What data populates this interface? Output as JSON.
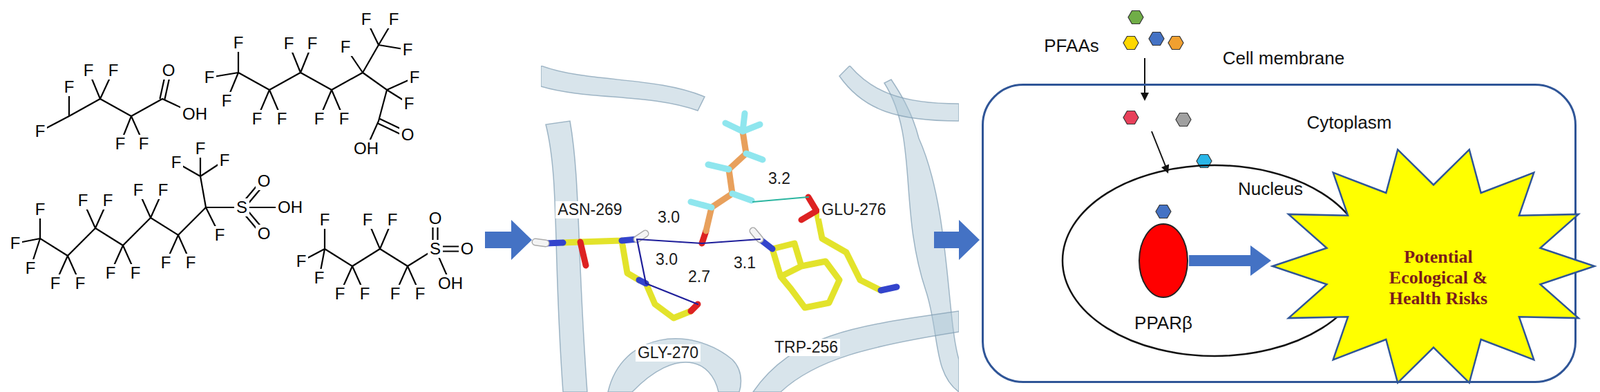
{
  "diagram": {
    "nodes": [
      {
        "text": [
          "Cell membrane",
          "Cytoplasm"
        ]
      },
      {
        "text": [
          "Nucleus"
        ],
        "in": 0
      },
      {
        "text": [
          "PPARβ"
        ],
        "in": 1
      },
      {
        "text": [
          "Potential Ecological & Health Risks"
        ]
      }
    ],
    "edges": [
      {
        "from": 2,
        "to": 3,
        "arrow": "to"
      }
    ],
    "labels": [
      "F",
      "F",
      "O",
      "F",
      "F",
      "OH",
      "F",
      "F",
      "F",
      "F",
      "F",
      "F",
      "F",
      "F",
      "F",
      "F",
      "F",
      "F",
      "F",
      "F",
      "F",
      "F",
      "F",
      "O",
      "OH",
      "F",
      "F",
      "F",
      "O",
      "F",
      "F",
      "F",
      "F",
      "S",
      "OH",
      "F",
      "F",
      "O",
      "F",
      "F",
      "F",
      "F",
      "F",
      "F",
      "F",
      "F",
      "F",
      "F",
      "F",
      "O",
      "S",
      "O",
      "F",
      "F",
      "OH",
      "F",
      "F",
      "F",
      "F",
      "3.2",
      "ASN-269",
      "GLU-276",
      "3.0",
      "3.0",
      "3.1",
      "2.7",
      "TRP-256",
      "GLY-270",
      "PFAAs"
    ]
  }
}
